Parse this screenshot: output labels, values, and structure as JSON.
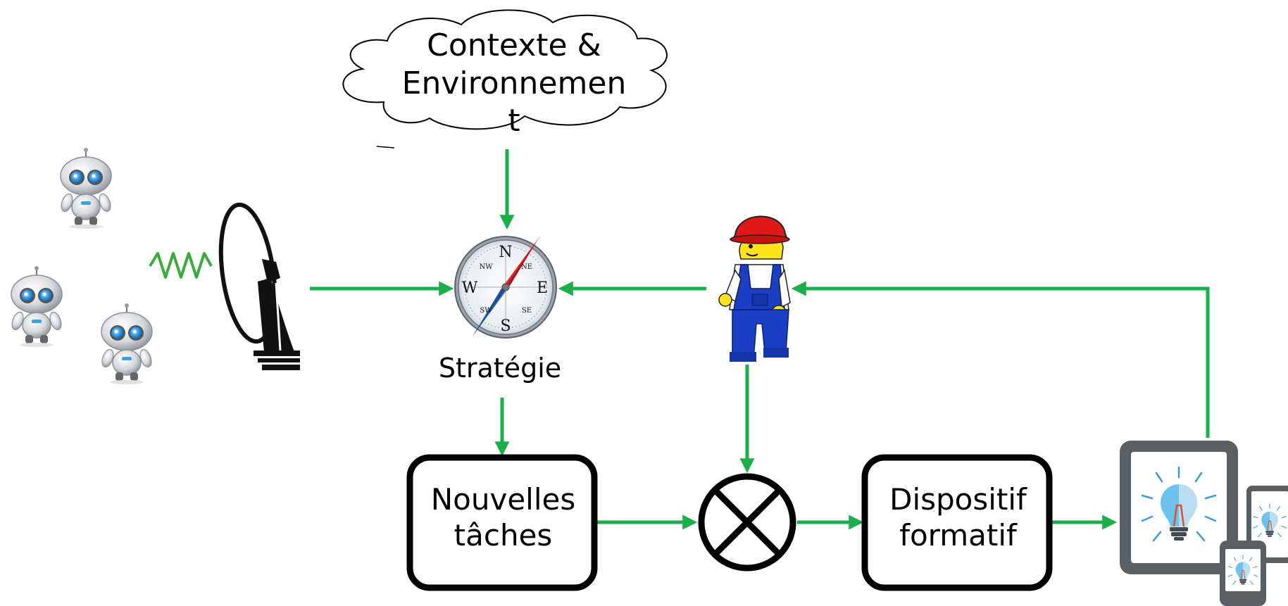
{
  "cloud": {
    "line1": "Contexte &",
    "line2": "Environnemen",
    "line3": "t"
  },
  "strategy": {
    "label": "Stratégie"
  },
  "box_new_tasks": {
    "line1": "Nouvelles",
    "line2": "tâches"
  },
  "box_device": {
    "line1": "Dispositif",
    "line2": "formatif"
  },
  "compass": {
    "n": "N",
    "s": "S",
    "e": "E",
    "w": "W",
    "ne": "NE",
    "nw": "NW",
    "se": "SE",
    "sw": "SW"
  },
  "colors": {
    "arrow": "#1aaf4b",
    "box_border": "#000000",
    "helmet": "#e01818",
    "overalls": "#1a3fc4",
    "skin": "#f5e020",
    "robot_eye": "#3aa0e8"
  },
  "icons": [
    "robot-icon",
    "radio-wave-icon",
    "satellite-dish-icon",
    "compass-icon",
    "worker-figure-icon",
    "multiplier-circle-icon",
    "tablet-lightbulb-icon",
    "phone-lightbulb-icon"
  ]
}
